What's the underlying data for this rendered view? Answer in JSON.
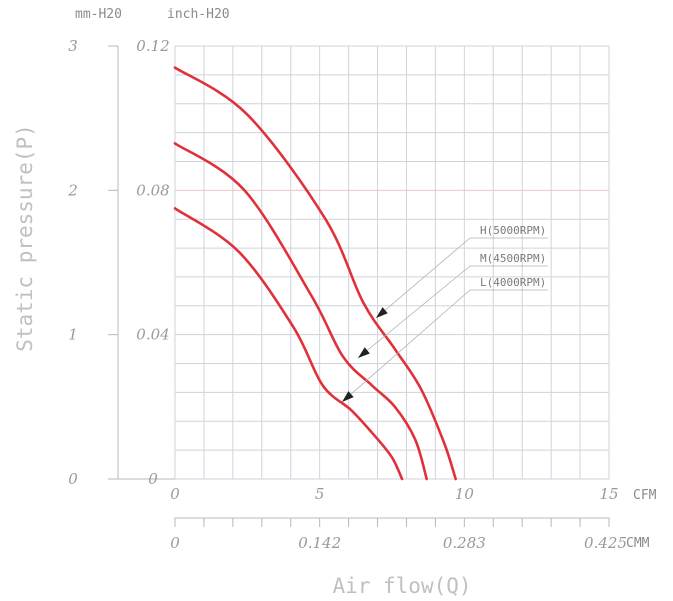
{
  "chart_data": {
    "type": "line",
    "xlabel": "Air flow(Q)",
    "ylabel": "Static pressure(P)",
    "x_unit": "CFM",
    "x2_unit": "CMM",
    "y_unit_left": "mm-H20",
    "y_unit_right": "inch-H20",
    "xlim": [
      0,
      15
    ],
    "ylim": [
      0,
      0.12
    ],
    "x_ticks": [
      "0",
      "5",
      "10",
      "15"
    ],
    "x2_ticks": [
      "0",
      "0.142",
      "0.283",
      "0.425"
    ],
    "y_ticks_inch": [
      "0",
      "0.04",
      "0.08",
      "0.12"
    ],
    "y_ticks_mm": [
      "0",
      "1",
      "2",
      "3"
    ],
    "grid": true,
    "series": [
      {
        "name": "H(5000RPM)",
        "color": "#e0313a",
        "points": [
          [
            0,
            0.114
          ],
          [
            2.5,
            0.101
          ],
          [
            5.2,
            0.072
          ],
          [
            6.5,
            0.049
          ],
          [
            7.6,
            0.036
          ],
          [
            8.5,
            0.025
          ],
          [
            9.3,
            0.01
          ],
          [
            9.7,
            0
          ]
        ]
      },
      {
        "name": "M(4500RPM)",
        "color": "#e0313a",
        "points": [
          [
            0,
            0.093
          ],
          [
            2.4,
            0.08
          ],
          [
            4.7,
            0.051
          ],
          [
            5.8,
            0.034
          ],
          [
            6.8,
            0.026
          ],
          [
            7.6,
            0.02
          ],
          [
            8.3,
            0.011
          ],
          [
            8.7,
            0
          ]
        ]
      },
      {
        "name": "L(4000RPM)",
        "color": "#e0313a",
        "points": [
          [
            0,
            0.075
          ],
          [
            2.2,
            0.063
          ],
          [
            4.1,
            0.042
          ],
          [
            5.1,
            0.026
          ],
          [
            6.1,
            0.019
          ],
          [
            6.9,
            0.012
          ],
          [
            7.5,
            0.006
          ],
          [
            7.85,
            0
          ]
        ]
      }
    ]
  }
}
